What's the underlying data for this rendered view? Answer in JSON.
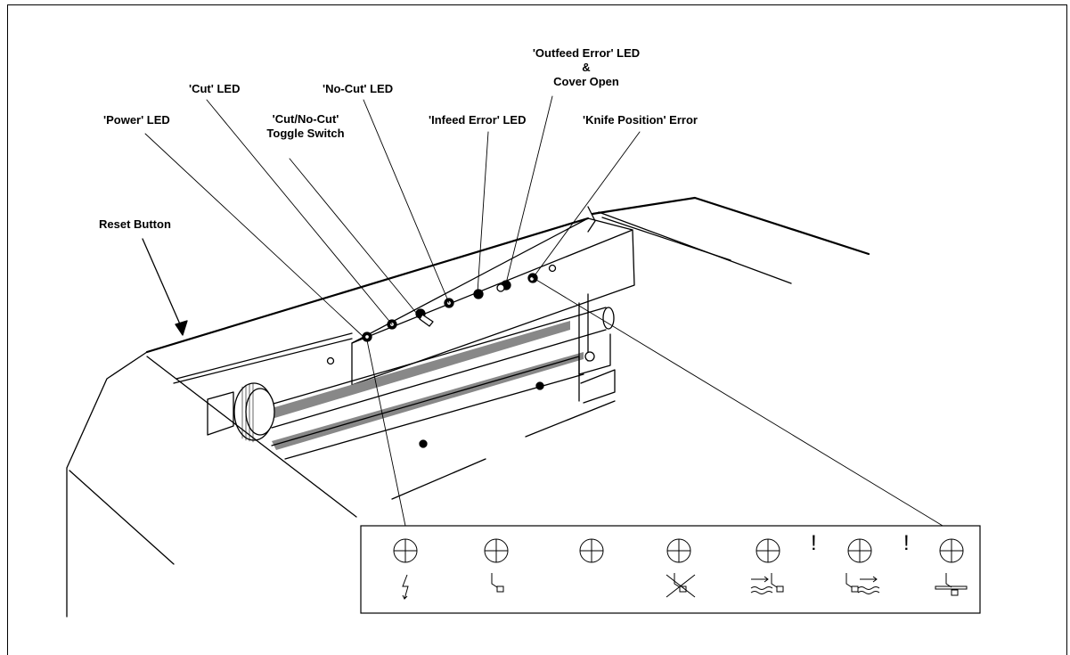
{
  "labels": {
    "reset_button": "Reset Button",
    "power_led": "'Power' LED",
    "cut_led": "'Cut' LED",
    "toggle_line1": "'Cut/No-Cut'",
    "toggle_line2": "Toggle Switch",
    "nocut_led": "'No-Cut' LED",
    "infeed_led": "'Infeed Error' LED",
    "outfeed_line1": "'Outfeed Error' LED",
    "outfeed_line2": "&",
    "outfeed_line3": "Cover Open",
    "knife_error": "'Knife Position' Error"
  },
  "panel_symbols": {
    "slot1_icon": "lightning-bolt-icon",
    "slot2_icon": "knife-icon",
    "slot3_icon": "none",
    "slot4_icon": "knife-crossed-icon",
    "slot5_icon": "infeed-arrow-knife-icon",
    "slot6_icon": "knife-outfeed-arrow-icon",
    "slot7_icon": "knife-position-icon",
    "warning_glyph": "!"
  }
}
